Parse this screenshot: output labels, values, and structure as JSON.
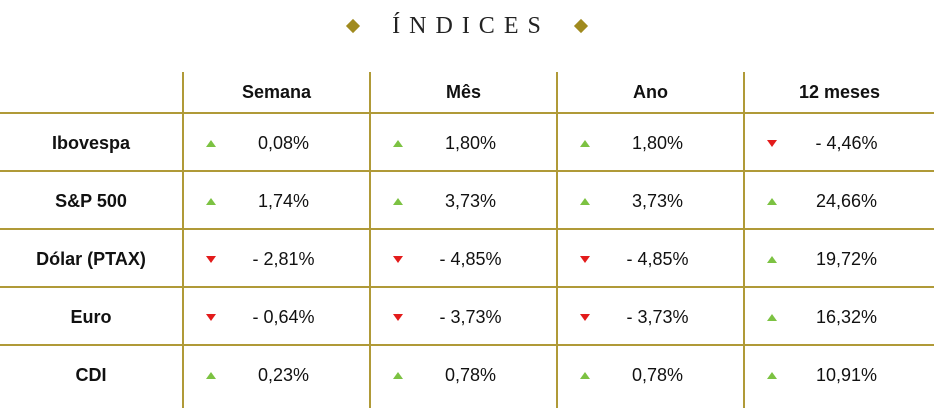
{
  "title": "ÍNDICES",
  "columns": [
    "Semana",
    "Mês",
    "Ano",
    "12 meses"
  ],
  "rows": [
    {
      "label": "Ibovespa",
      "cells": [
        {
          "value": "0,08%",
          "dir": "up"
        },
        {
          "value": "1,80%",
          "dir": "up"
        },
        {
          "value": "1,80%",
          "dir": "up"
        },
        {
          "value": "- 4,46%",
          "dir": "down"
        }
      ]
    },
    {
      "label": "S&P 500",
      "cells": [
        {
          "value": "1,74%",
          "dir": "up"
        },
        {
          "value": "3,73%",
          "dir": "up"
        },
        {
          "value": "3,73%",
          "dir": "up"
        },
        {
          "value": "24,66%",
          "dir": "up"
        }
      ]
    },
    {
      "label": "Dólar (PTAX)",
      "cells": [
        {
          "value": "- 2,81%",
          "dir": "down"
        },
        {
          "value": "- 4,85%",
          "dir": "down"
        },
        {
          "value": "- 4,85%",
          "dir": "down"
        },
        {
          "value": "19,72%",
          "dir": "up"
        }
      ]
    },
    {
      "label": "Euro",
      "cells": [
        {
          "value": "- 0,64%",
          "dir": "down"
        },
        {
          "value": "- 3,73%",
          "dir": "down"
        },
        {
          "value": "- 3,73%",
          "dir": "down"
        },
        {
          "value": "16,32%",
          "dir": "up"
        }
      ]
    },
    {
      "label": "CDI",
      "cells": [
        {
          "value": "0,23%",
          "dir": "up"
        },
        {
          "value": "0,78%",
          "dir": "up"
        },
        {
          "value": "0,78%",
          "dir": "up"
        },
        {
          "value": "10,91%",
          "dir": "up"
        }
      ]
    }
  ],
  "colors": {
    "gold": "#b09a38",
    "up": "#7cc242",
    "down": "#e31b1b"
  }
}
